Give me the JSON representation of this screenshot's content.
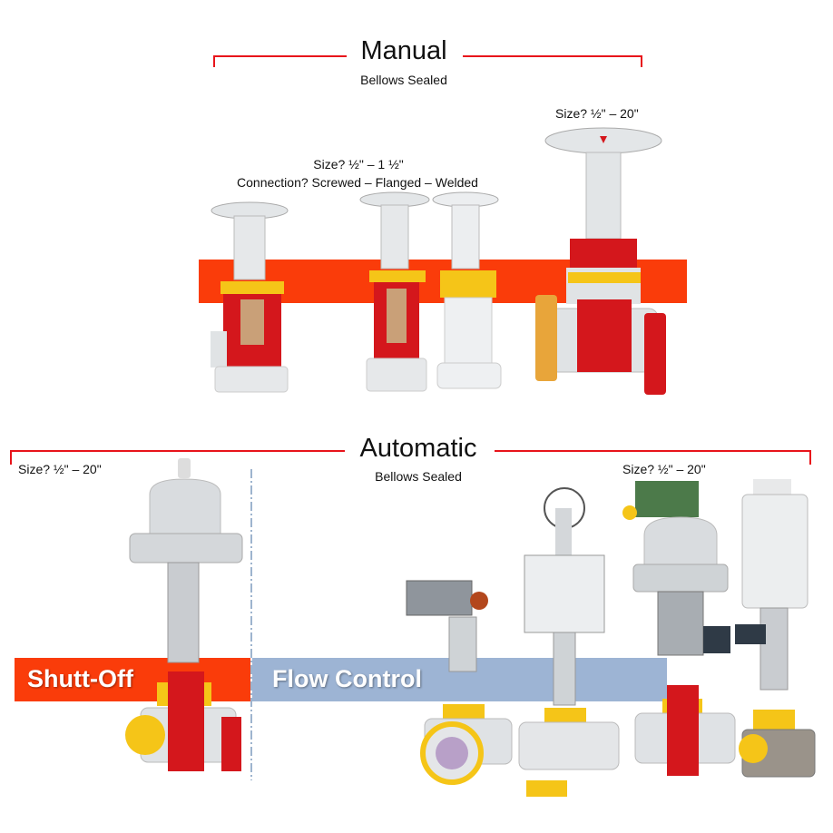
{
  "manual": {
    "title": "Manual",
    "subtitle": "Bellows Sealed",
    "size_small": "Size?   ½\" – 1 ½\"",
    "connection": "Connection?  Screwed – Flanged – Welded",
    "size_large": "Size?   ½\" – 20\""
  },
  "automatic": {
    "title": "Automatic",
    "subtitle": "Bellows Sealed",
    "size_left": "Size?   ½\" – 20\"",
    "size_right": "Size?   ½\" – 20\"",
    "shutoff_label": "Shutt-Off",
    "flow_label": "Flow Control"
  },
  "colors": {
    "bracket": "#e8141b",
    "shutoff": "#fa3c0a",
    "flow": "#9db4d4",
    "valve": "#dfe3e6",
    "cutaway": "#d4171c",
    "gasket": "#f5c518"
  }
}
